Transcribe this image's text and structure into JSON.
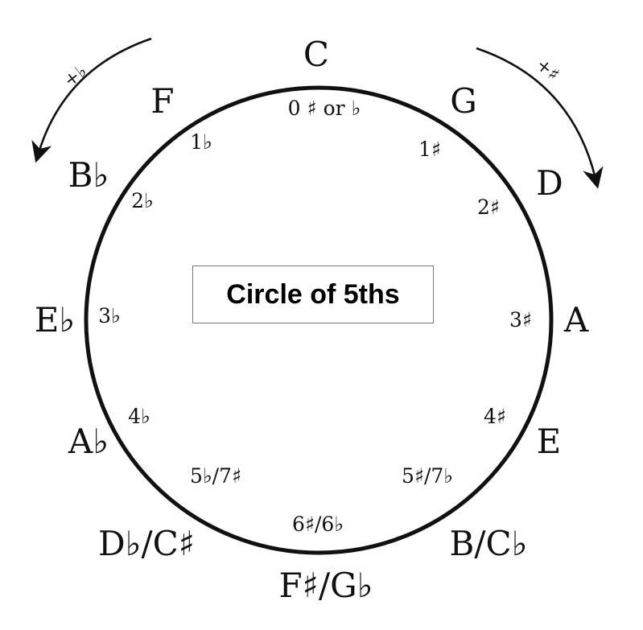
{
  "title": "Circle of 5ths",
  "direction_flats": "+♭",
  "direction_sharps": "+♯",
  "keys": [
    {
      "id": "c",
      "key": "C",
      "accidentals": "0 ♯ or ♭"
    },
    {
      "id": "g",
      "key": "G",
      "accidentals": "1♯"
    },
    {
      "id": "d",
      "key": "D",
      "accidentals": "2♯"
    },
    {
      "id": "a",
      "key": "A",
      "accidentals": "3♯"
    },
    {
      "id": "e",
      "key": "E",
      "accidentals": "4♯"
    },
    {
      "id": "b-cb",
      "key": "B/C♭",
      "accidentals": "5♯/7♭"
    },
    {
      "id": "fs-gb",
      "key": "F♯/G♭",
      "accidentals": "6♯/6♭"
    },
    {
      "id": "db-cs",
      "key": "D♭/C♯",
      "accidentals": "5♭/7♯"
    },
    {
      "id": "ab",
      "key": "A♭",
      "accidentals": "4♭"
    },
    {
      "id": "eb",
      "key": "E♭",
      "accidentals": "3♭"
    },
    {
      "id": "bb",
      "key": "B♭",
      "accidentals": "2♭"
    },
    {
      "id": "f",
      "key": "F",
      "accidentals": "1♭"
    }
  ]
}
